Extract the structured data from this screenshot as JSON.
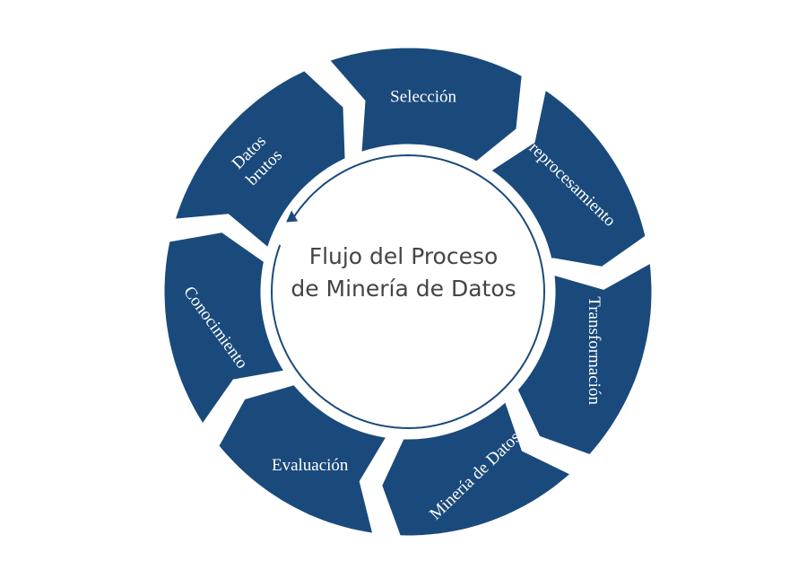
{
  "diagram": {
    "title_lines": [
      "Flujo del Proceso",
      "de Minería de Datos"
    ],
    "colors": {
      "segment_fill": "#1a4a7c",
      "segment_stroke": "#ffffff",
      "inner_circle": "#1a4a7c",
      "title_text": "#444444",
      "label_text": "#ffffff",
      "background": "#ffffff"
    },
    "stages": [
      {
        "label": "Datos brutos",
        "lines": [
          "Datos",
          "brutos"
        ]
      },
      {
        "label": "Selección",
        "lines": [
          "Selección"
        ]
      },
      {
        "label": "Preprocesamiento",
        "lines": [
          "Preprocesamiento"
        ]
      },
      {
        "label": "Transformación",
        "lines": [
          "Transformación"
        ]
      },
      {
        "label": "Minería de Datos",
        "lines": [
          "Minería de Datos"
        ]
      },
      {
        "label": "Evaluación",
        "lines": [
          "Evaluación"
        ]
      },
      {
        "label": "Conocimiento",
        "lines": [
          "Conocimiento"
        ]
      }
    ],
    "flow_direction": "clockwise"
  }
}
